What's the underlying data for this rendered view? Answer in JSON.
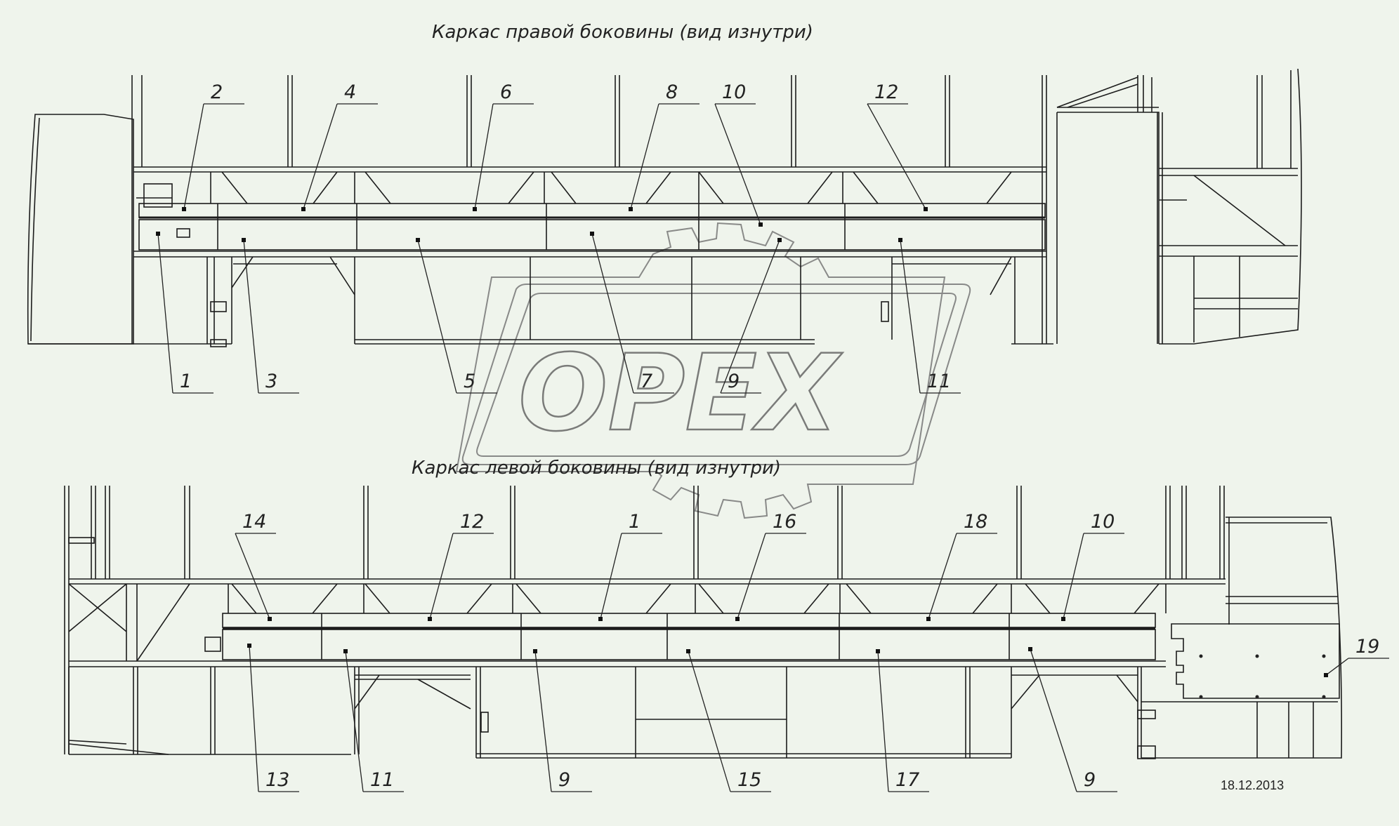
{
  "titles": {
    "right_side": "Каркас правой боковины (вид изнутри)",
    "left_side": "Каркас левой боковины (вид изнутри)"
  },
  "date": "18.12.2013",
  "watermark": "OPEX",
  "top_labels": [
    "2",
    "4",
    "6",
    "8",
    "10",
    "12"
  ],
  "top_bottom_labels": [
    "1",
    "3",
    "5",
    "7",
    "9",
    "11"
  ],
  "bottom_top_labels": [
    "14",
    "12",
    "1",
    "16",
    "18",
    "10",
    "19"
  ],
  "bottom_bottom_labels": [
    "13",
    "11",
    "9",
    "15",
    "17",
    "9"
  ]
}
